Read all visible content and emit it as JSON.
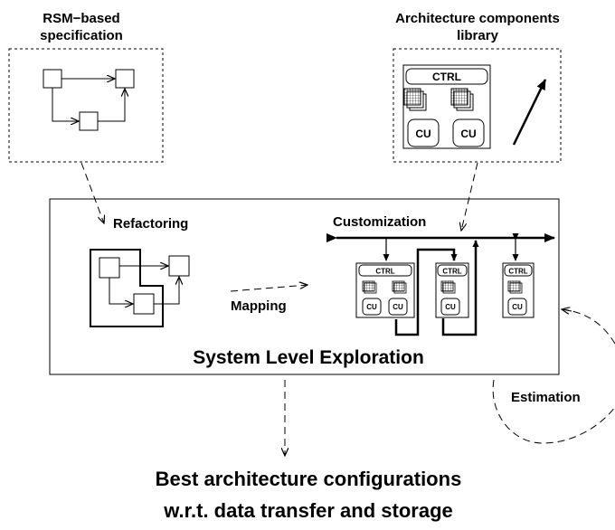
{
  "spec": {
    "title_line1": "RSM−based",
    "title_line2": "specification"
  },
  "library": {
    "title_line1": "Architecture components",
    "title_line2": "library",
    "ctrl": "CTRL",
    "cu": "CU"
  },
  "exploration": {
    "refactoring": "Refactoring",
    "customization": "Customization",
    "mapping": "Mapping",
    "title": "System Level Exploration",
    "ctrl": "CTRL",
    "cu": "CU"
  },
  "estimation": "Estimation",
  "result": {
    "line1": "Best architecture configurations",
    "line2": "w.r.t. data transfer and storage"
  }
}
